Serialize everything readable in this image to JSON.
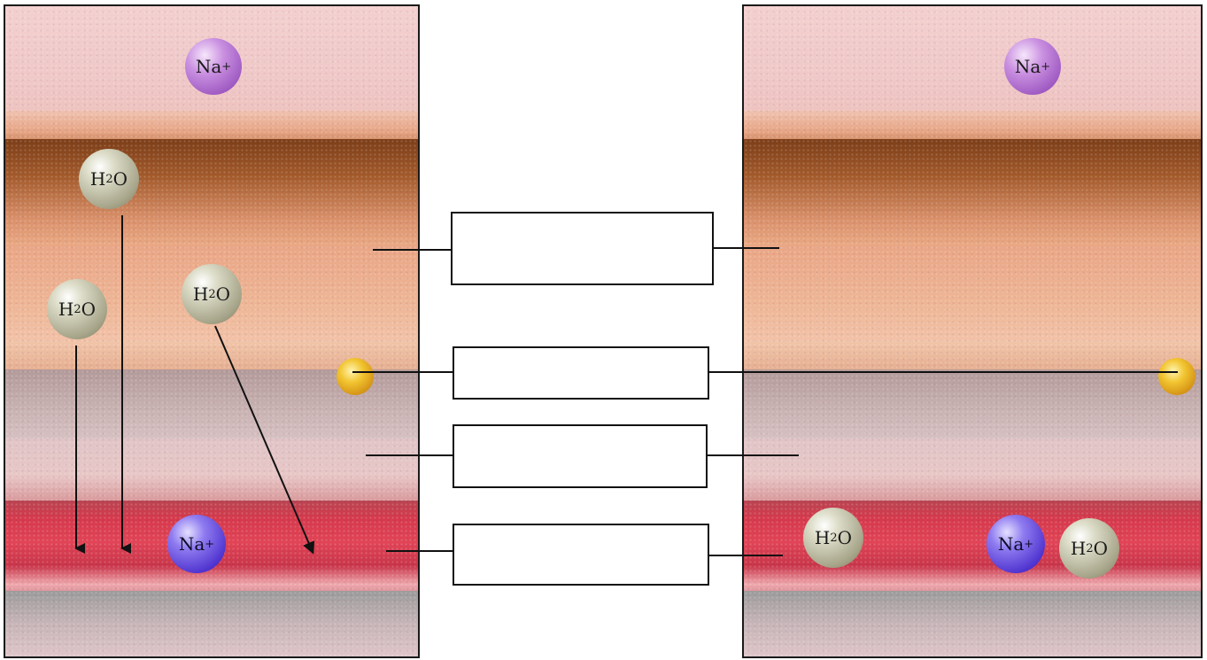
{
  "molecules": {
    "water": {
      "main": "H",
      "sub": "2",
      "tail": "O"
    },
    "sodium": {
      "main": "Na",
      "sup": "+"
    }
  },
  "label_boxes": [
    "",
    "",
    "",
    ""
  ],
  "colors": {
    "outline": "#111111",
    "water_ball": "#a7a58a",
    "sodium_light": "#9a55bf",
    "sodium_dark": "#4f33cf",
    "gold_particle": "#f2c531",
    "blood_red": "#e14456"
  },
  "icons": [
    "water-molecule",
    "sodium-ion",
    "gold-particle",
    "down-arrow"
  ]
}
